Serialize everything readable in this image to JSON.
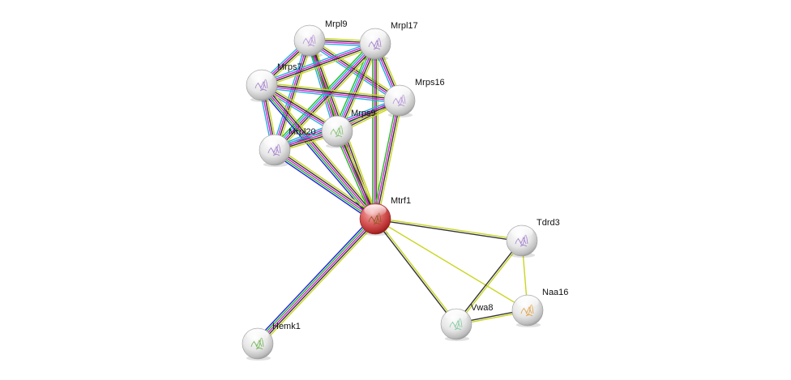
{
  "network": {
    "nodes": [
      {
        "id": "Mrpl9",
        "label": "Mrpl9",
        "query": false,
        "glyph": "#b48fd8"
      },
      {
        "id": "Mrpl17",
        "label": "Mrpl17",
        "query": false,
        "glyph": "#a07acc"
      },
      {
        "id": "Mrps7",
        "label": "Mrps7",
        "query": false,
        "glyph": "#a07acc"
      },
      {
        "id": "Mrps16",
        "label": "Mrps16",
        "query": false,
        "glyph": "#b48fd8"
      },
      {
        "id": "Mrps9",
        "label": "Mrps9",
        "query": false,
        "glyph": "#7fbf6a"
      },
      {
        "id": "Mrpl20",
        "label": "Mrpl20",
        "query": false,
        "glyph": "#a07acc"
      },
      {
        "id": "Mtrf1",
        "label": "Mtrf1",
        "query": true,
        "glyph": "#8a5a20"
      },
      {
        "id": "Tdrd3",
        "label": "Tdrd3",
        "query": false,
        "glyph": "#a07acc"
      },
      {
        "id": "Naa16",
        "label": "Naa16",
        "query": false,
        "glyph": "#e0a040"
      },
      {
        "id": "Vwa8",
        "label": "Vwa8",
        "query": false,
        "glyph": "#7fc9a0"
      },
      {
        "id": "Hemk1",
        "label": "Hemk1",
        "query": false,
        "glyph": "#6ab04c"
      }
    ],
    "evidence_colors": {
      "textmining": "#c8d620",
      "coexpression": "#333333",
      "database": "#20b4d8",
      "experiments": "#d820d8",
      "neighborhood": "#20c020",
      "cooccurrence": "#2020e0"
    },
    "edges": [
      {
        "a": "Mrpl9",
        "b": "Mrpl17",
        "ev": [
          "textmining",
          "coexpression",
          "experiments",
          "database"
        ]
      },
      {
        "a": "Mrpl9",
        "b": "Mrps7",
        "ev": [
          "textmining",
          "coexpression",
          "experiments",
          "database"
        ]
      },
      {
        "a": "Mrpl9",
        "b": "Mrps16",
        "ev": [
          "textmining",
          "coexpression",
          "experiments",
          "database"
        ]
      },
      {
        "a": "Mrpl9",
        "b": "Mrps9",
        "ev": [
          "textmining",
          "coexpression",
          "experiments",
          "database"
        ]
      },
      {
        "a": "Mrpl9",
        "b": "Mrpl20",
        "ev": [
          "textmining",
          "coexpression",
          "experiments",
          "database"
        ]
      },
      {
        "a": "Mrpl9",
        "b": "Mtrf1",
        "ev": [
          "textmining",
          "coexpression",
          "experiments",
          "neighborhood"
        ]
      },
      {
        "a": "Mrpl17",
        "b": "Mrps7",
        "ev": [
          "textmining",
          "coexpression",
          "experiments",
          "database"
        ]
      },
      {
        "a": "Mrpl17",
        "b": "Mrps16",
        "ev": [
          "textmining",
          "coexpression",
          "experiments",
          "database"
        ]
      },
      {
        "a": "Mrpl17",
        "b": "Mrps9",
        "ev": [
          "textmining",
          "coexpression",
          "experiments",
          "database",
          "neighborhood"
        ]
      },
      {
        "a": "Mrpl17",
        "b": "Mrpl20",
        "ev": [
          "textmining",
          "coexpression",
          "experiments",
          "database",
          "neighborhood"
        ]
      },
      {
        "a": "Mrpl17",
        "b": "Mtrf1",
        "ev": [
          "textmining",
          "coexpression",
          "experiments",
          "neighborhood"
        ]
      },
      {
        "a": "Mrps7",
        "b": "Mrps16",
        "ev": [
          "textmining",
          "coexpression",
          "experiments",
          "database"
        ]
      },
      {
        "a": "Mrps7",
        "b": "Mrps9",
        "ev": [
          "textmining",
          "coexpression",
          "experiments",
          "database"
        ]
      },
      {
        "a": "Mrps7",
        "b": "Mrpl20",
        "ev": [
          "textmining",
          "coexpression",
          "experiments",
          "database"
        ]
      },
      {
        "a": "Mrps7",
        "b": "Mtrf1",
        "ev": [
          "textmining",
          "coexpression",
          "experiments",
          "neighborhood",
          "cooccurrence"
        ]
      },
      {
        "a": "Mrps16",
        "b": "Mrps9",
        "ev": [
          "textmining",
          "coexpression",
          "experiments",
          "database"
        ]
      },
      {
        "a": "Mrps16",
        "b": "Mrpl20",
        "ev": [
          "textmining",
          "coexpression",
          "experiments",
          "database"
        ]
      },
      {
        "a": "Mrps16",
        "b": "Mtrf1",
        "ev": [
          "textmining",
          "coexpression",
          "experiments",
          "neighborhood"
        ]
      },
      {
        "a": "Mrps9",
        "b": "Mrpl20",
        "ev": [
          "textmining",
          "coexpression",
          "experiments",
          "database"
        ]
      },
      {
        "a": "Mrps9",
        "b": "Mtrf1",
        "ev": [
          "textmining",
          "coexpression",
          "experiments",
          "neighborhood"
        ]
      },
      {
        "a": "Mrpl20",
        "b": "Mtrf1",
        "ev": [
          "textmining",
          "coexpression",
          "experiments",
          "neighborhood",
          "cooccurrence"
        ]
      },
      {
        "a": "Mtrf1",
        "b": "Tdrd3",
        "ev": [
          "textmining",
          "coexpression"
        ]
      },
      {
        "a": "Mtrf1",
        "b": "Naa16",
        "ev": [
          "textmining"
        ]
      },
      {
        "a": "Mtrf1",
        "b": "Vwa8",
        "ev": [
          "textmining",
          "coexpression"
        ]
      },
      {
        "a": "Mtrf1",
        "b": "Hemk1",
        "ev": [
          "textmining",
          "coexpression",
          "experiments",
          "neighborhood",
          "cooccurrence"
        ]
      },
      {
        "a": "Tdrd3",
        "b": "Naa16",
        "ev": [
          "textmining"
        ]
      },
      {
        "a": "Tdrd3",
        "b": "Vwa8",
        "ev": [
          "textmining",
          "coexpression"
        ]
      },
      {
        "a": "Naa16",
        "b": "Vwa8",
        "ev": [
          "textmining",
          "coexpression"
        ]
      },
      {
        "a": "Mtrf1",
        "b": "Naa16_b",
        "ev": []
      }
    ]
  }
}
